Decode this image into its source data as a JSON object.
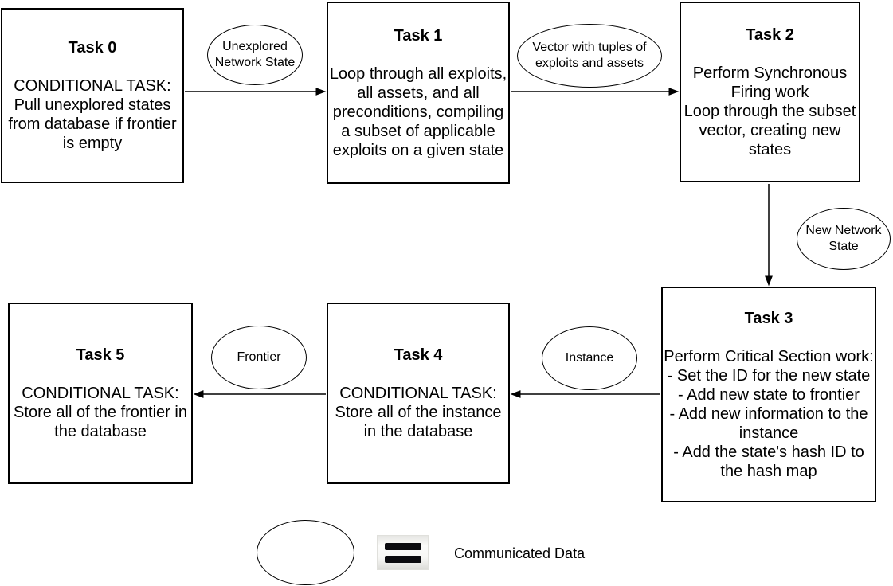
{
  "tasks": {
    "task0": {
      "title": "Task 0",
      "body": "CONDITIONAL TASK:\nPull unexplored states\nfrom database if frontier\nis empty"
    },
    "task1": {
      "title": "Task 1",
      "body": "Loop through all exploits,\nall assets, and all\npreconditions, compiling\na subset of applicable\nexploits on a given state"
    },
    "task2": {
      "title": "Task 2",
      "body": "Perform Synchronous\nFiring work\nLoop through the subset\nvector, creating new\nstates"
    },
    "task3": {
      "title": "Task 3",
      "body": "Perform Critical Section work:\n- Set the ID for the new state\n- Add new state to frontier\n- Add new information to the\ninstance\n- Add the state's hash ID to\nthe hash map"
    },
    "task4": {
      "title": "Task 4",
      "body": "CONDITIONAL TASK:\nStore all of the instance\nin the database"
    },
    "task5": {
      "title": "Task 5",
      "body": "CONDITIONAL TASK:\nStore all of the frontier in\nthe database"
    }
  },
  "data_nodes": {
    "unexplored_network_state": "Unexplored\nNetwork State",
    "vector_with_tuples": "Vector with tuples of\nexploits and assets",
    "new_network_state": "New Network\nState",
    "instance": "Instance",
    "frontier": "Frontier"
  },
  "legend": {
    "communicated_data_label": "Communicated Data"
  },
  "colors": {
    "stroke": "#000000",
    "text": "#000000",
    "background": "#ffffff",
    "equals_icon_bar": "#0a0a0e",
    "equals_icon_background": "#f2f2f0"
  }
}
